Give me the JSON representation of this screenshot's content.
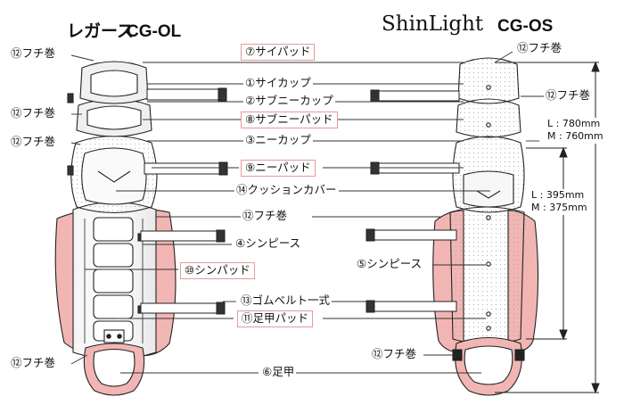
{
  "header": {
    "left_title": "レガース",
    "left_model": "CG-OL",
    "right_brand": "ShinLight",
    "right_model": "CG-OS"
  },
  "labels": {
    "l1": "①サイカップ",
    "l2": "②サブニーカップ",
    "l3": "③ニーカップ",
    "l4": "④シンピース",
    "l5": "⑤シンピース",
    "l6": "⑥足甲",
    "l7": "⑦サイパッド",
    "l8": "⑧サブニーパッド",
    "l9": "⑨ニーパッド",
    "l10": "⑩シンパッド",
    "l11": "⑪足甲パッド",
    "l12": "⑫フチ巻",
    "l13": "⑬ゴムベルト一式",
    "l14": "⑭クッションカバー"
  },
  "dimensions": {
    "overall_l": "L : 780mm",
    "overall_m": "M : 760mm",
    "shin_l": "L : 395mm",
    "shin_m": "M : 375mm"
  },
  "colors": {
    "accent_pink": "#e79a9a",
    "pad_fill": "#f1b6b4",
    "line": "#222222"
  }
}
